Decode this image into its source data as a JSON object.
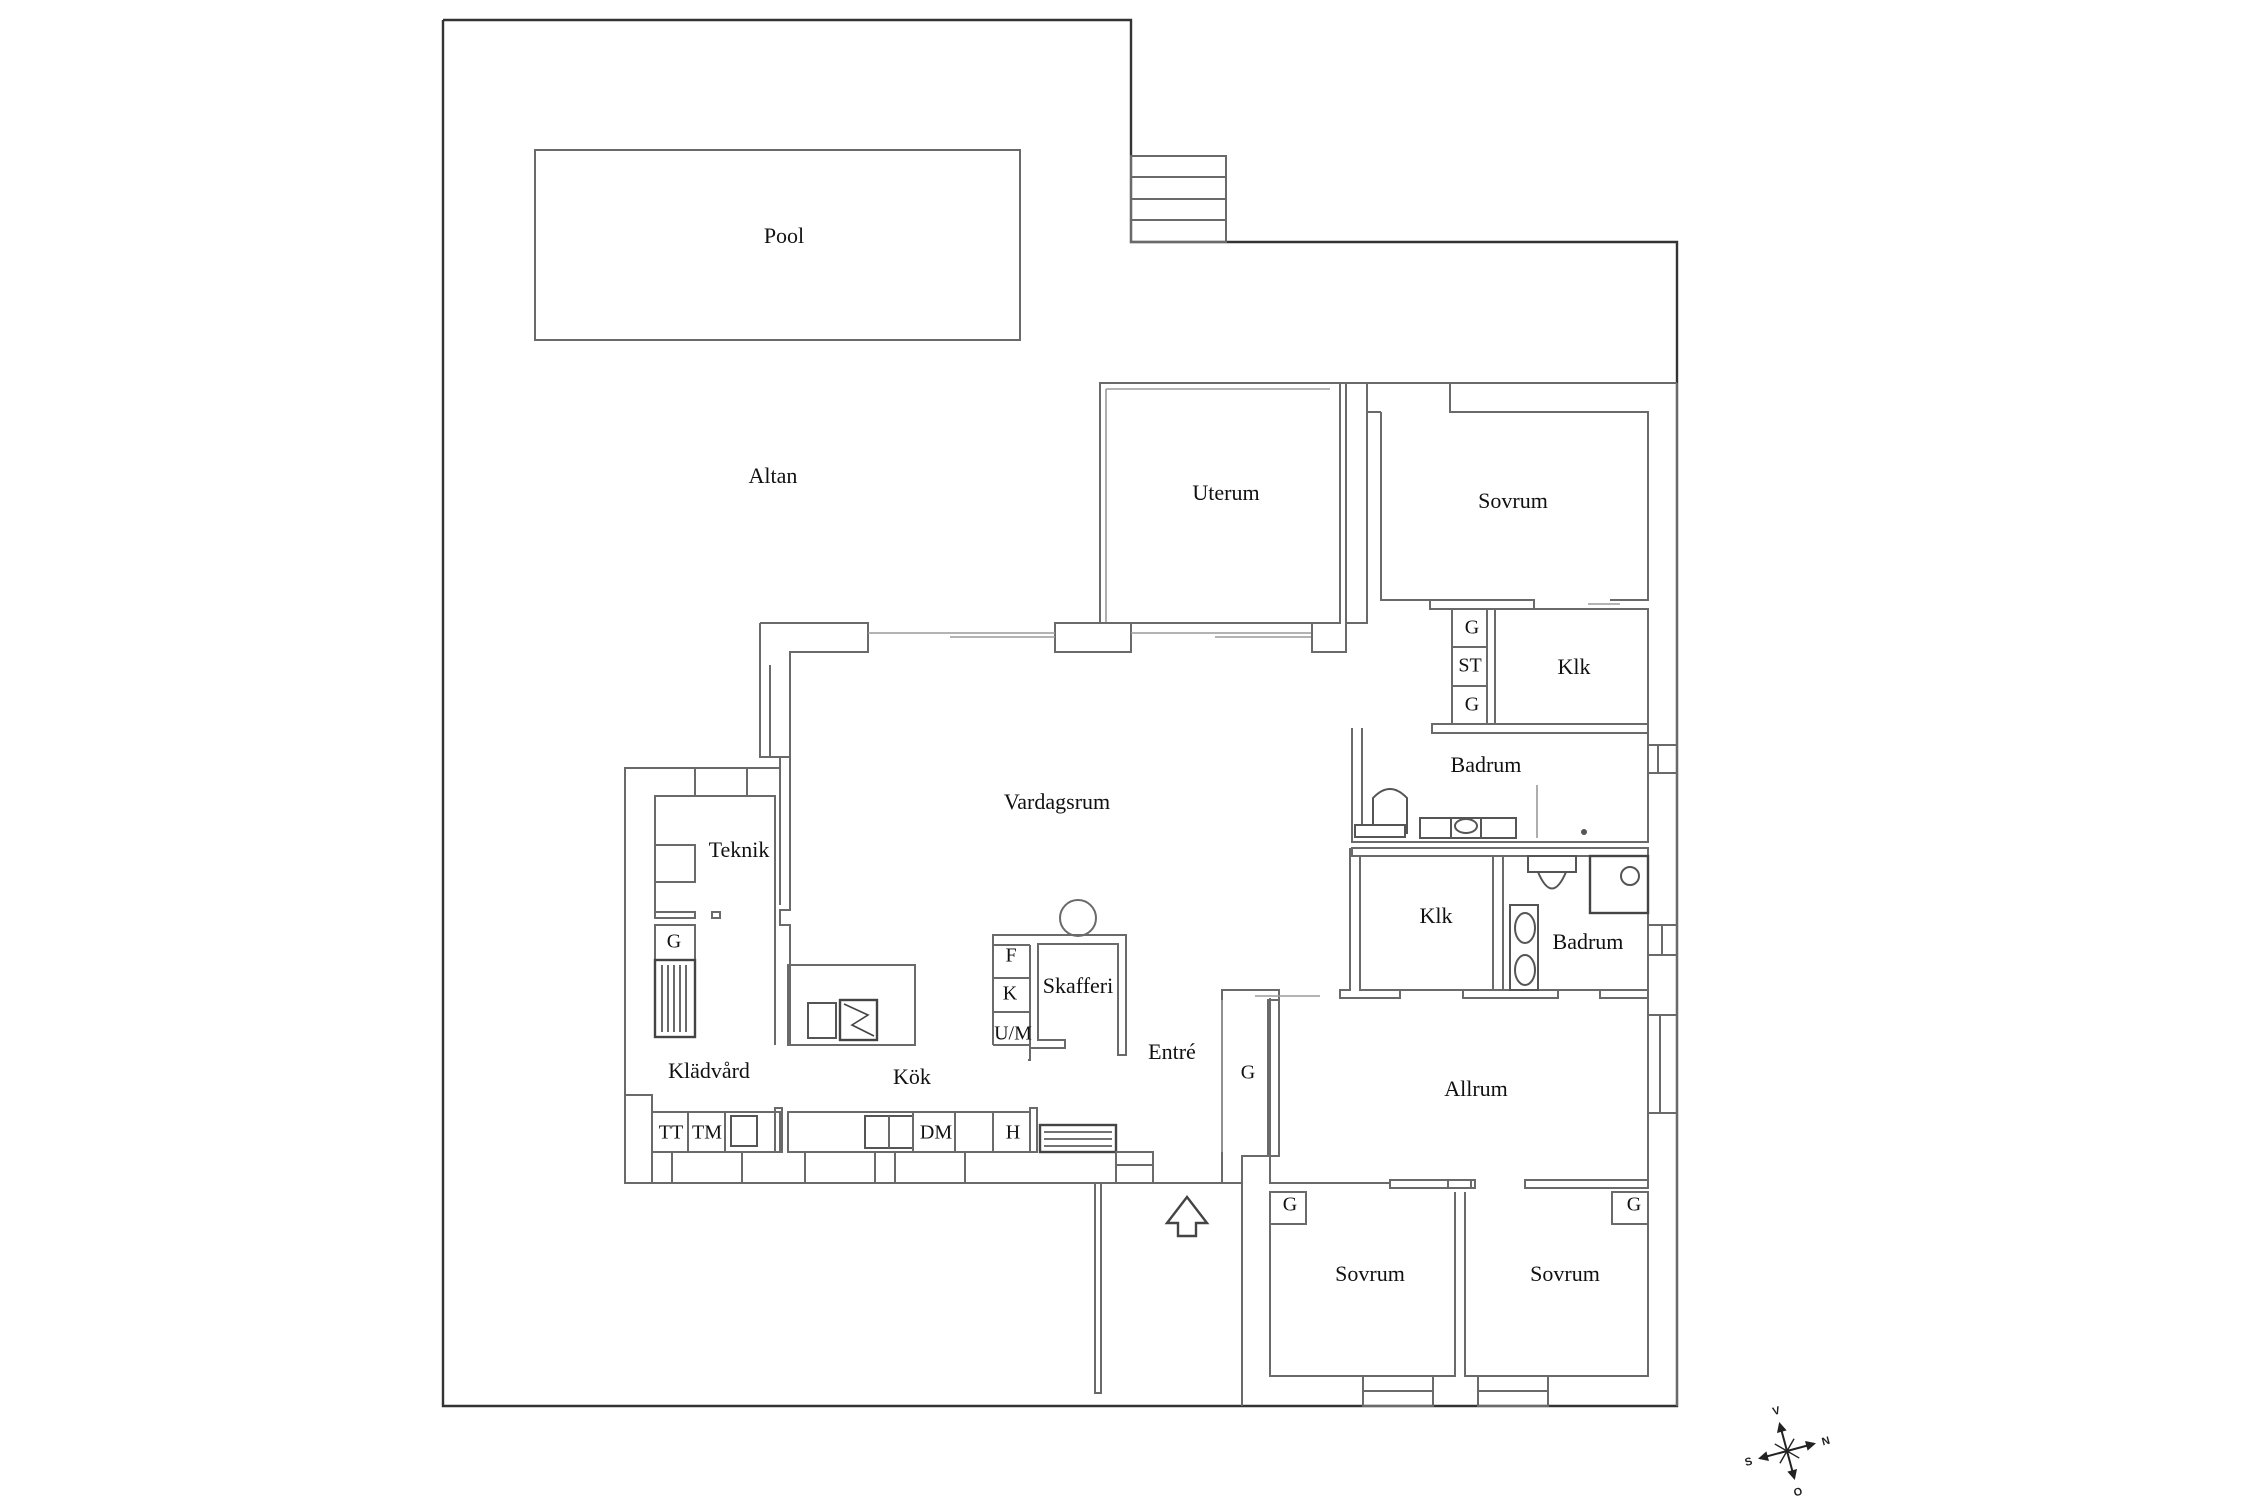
{
  "plan": {
    "rooms": {
      "pool": "Pool",
      "altan": "Altan",
      "uterum": "Uterum",
      "sovrum_top": "Sovrum",
      "klk_top": "Klk",
      "badrum_top": "Badrum",
      "vardagsrum": "Vardagsrum",
      "teknik": "Teknik",
      "skafferi": "Skafferi",
      "klk_mid": "Klk",
      "badrum_mid": "Badrum",
      "kladvard": "Klädvård",
      "kok": "Kök",
      "entre": "Entré",
      "allrum": "Allrum",
      "sovrum_left": "Sovrum",
      "sovrum_right": "Sovrum"
    },
    "fixtures": {
      "g_closet_top1": "G",
      "st_closet": "ST",
      "g_closet_top2": "G",
      "g_teknik": "G",
      "fridge": "F",
      "freezer": "K",
      "oven_micro": "U/M",
      "g_entre": "G",
      "tumble_dryer": "TT",
      "washing_machine": "TM",
      "dishwasher": "DM",
      "hob": "H",
      "g_sovrum_left": "G",
      "g_sovrum_right": "G"
    },
    "compass": {
      "north": "N",
      "south": "S",
      "west": "V",
      "east": "O"
    },
    "entrance_marker": "entrance-arrow"
  }
}
